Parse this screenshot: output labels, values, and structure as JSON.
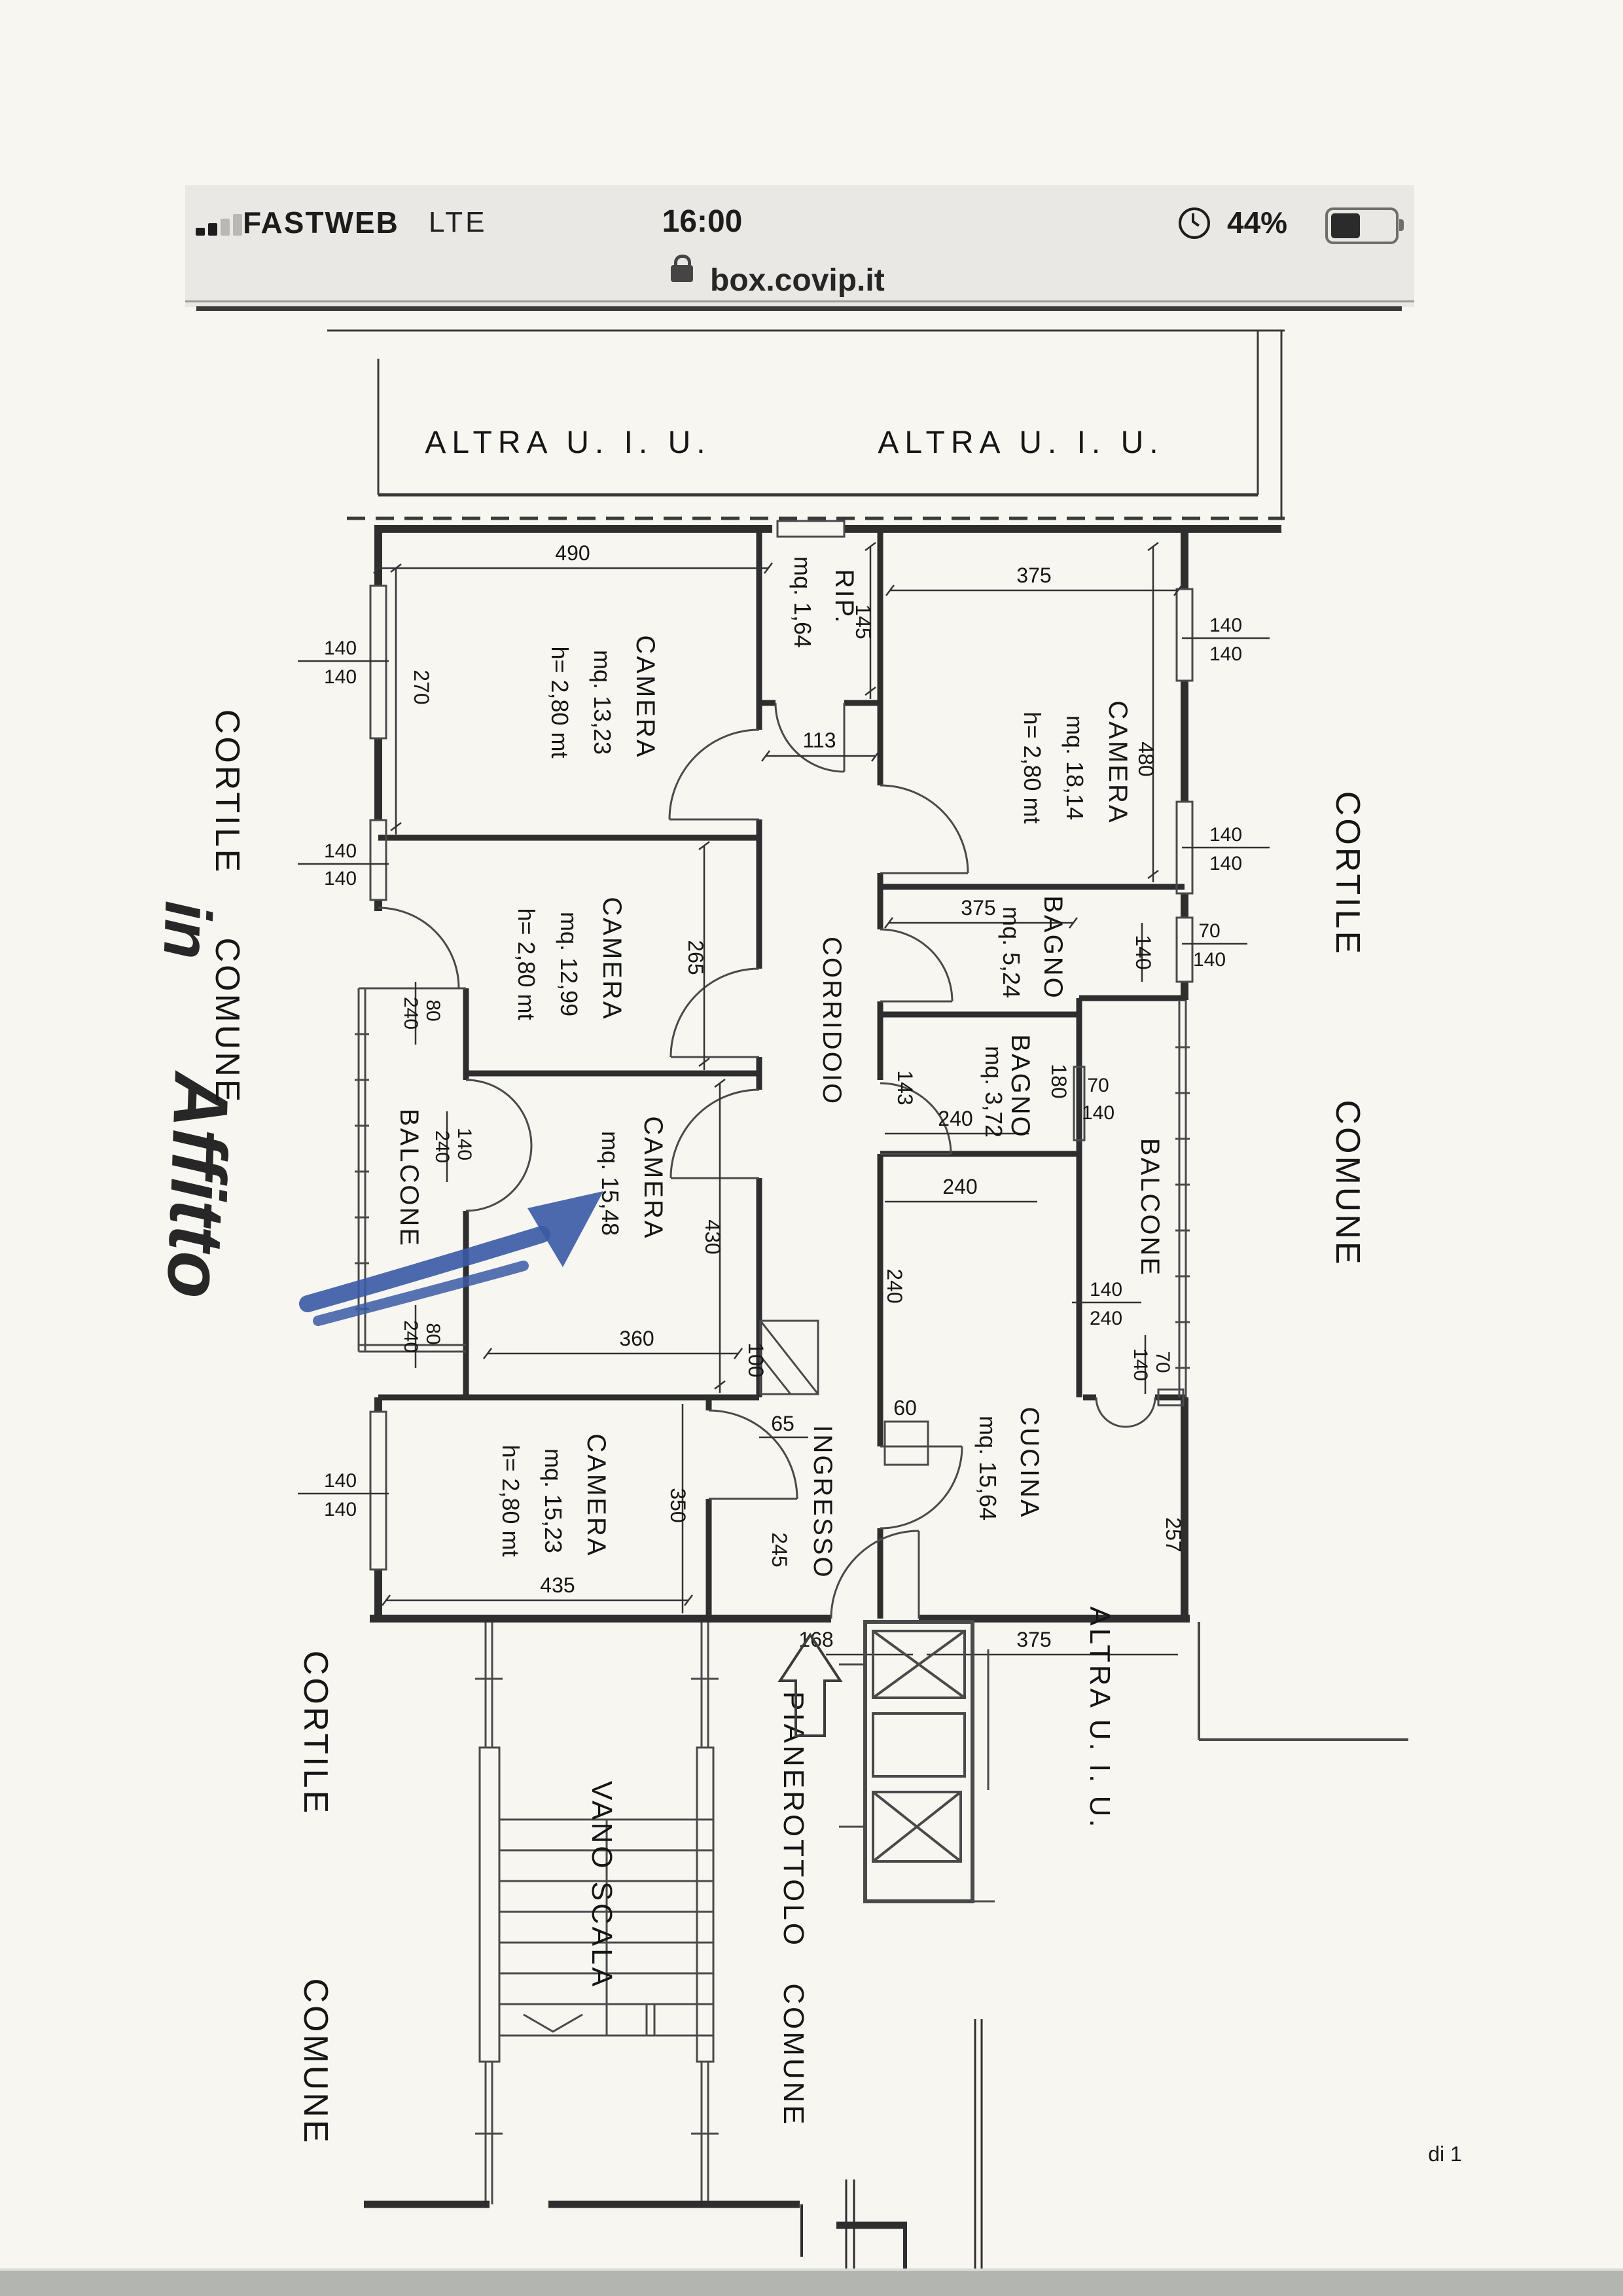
{
  "status_bar": {
    "carrier": "FASTWEB",
    "network": "LTE",
    "time": "16:00",
    "battery_percent": "44%",
    "url": "box.covip.it"
  },
  "plan": {
    "neighbor_top": "ALTRA   U. I. U.",
    "neighbor_bottom": "ALTRA   U. I. U.",
    "cortile": "CORTILE",
    "comune": "COMUNE",
    "rooms": {
      "camera_13": {
        "name": "CAMERA",
        "area": "mq. 13,23",
        "height": "h= 2,80 mt"
      },
      "camera_12": {
        "name": "CAMERA",
        "area": "mq. 12,99",
        "height": "h= 2,80 mt"
      },
      "camera_15_48": {
        "name": "CAMERA",
        "area": "mq. 15,48"
      },
      "camera_15_23": {
        "name": "CAMERA",
        "area": "mq. 15,23",
        "height": "h= 2,80 mt"
      },
      "camera_18": {
        "name": "CAMERA",
        "area": "mq. 18,14",
        "height": "h= 2,80 mt"
      },
      "rip": {
        "name": "RIP.",
        "area": "mq. 1,64"
      },
      "bagno_5": {
        "name": "BAGNO",
        "area": "mq. 5,24"
      },
      "bagno_3": {
        "name": "BAGNO",
        "area": "mq. 3,72"
      },
      "cucina": {
        "name": "CUCINA",
        "area": "mq. 15,64"
      },
      "corridoio": "CORRIDOIO",
      "ingresso": "INGRESSO",
      "balcone": "BALCONE",
      "vano_scala": "VANO SCALA",
      "pianerottolo": "PIANEROTTOLO",
      "pianerottolo_comune": "COMUNE"
    },
    "dims": {
      "d490": "490",
      "d375": "375",
      "d270": "270",
      "d265": "265",
      "d145": "145",
      "d113": "113",
      "d480": "480",
      "d430": "430",
      "d360": "360",
      "d435": "435",
      "d350": "350",
      "d245": "245",
      "d100": "100",
      "d65": "65",
      "d168": "168",
      "d60": "60",
      "d180": "180",
      "d143": "143",
      "d257": "257",
      "d240": "240",
      "d140": "140",
      "d80": "80",
      "d70": "70"
    },
    "annotation": {
      "line1": "in",
      "line2": "Affitto",
      "color": "#3a5aa5"
    },
    "page_label": "di 1"
  }
}
